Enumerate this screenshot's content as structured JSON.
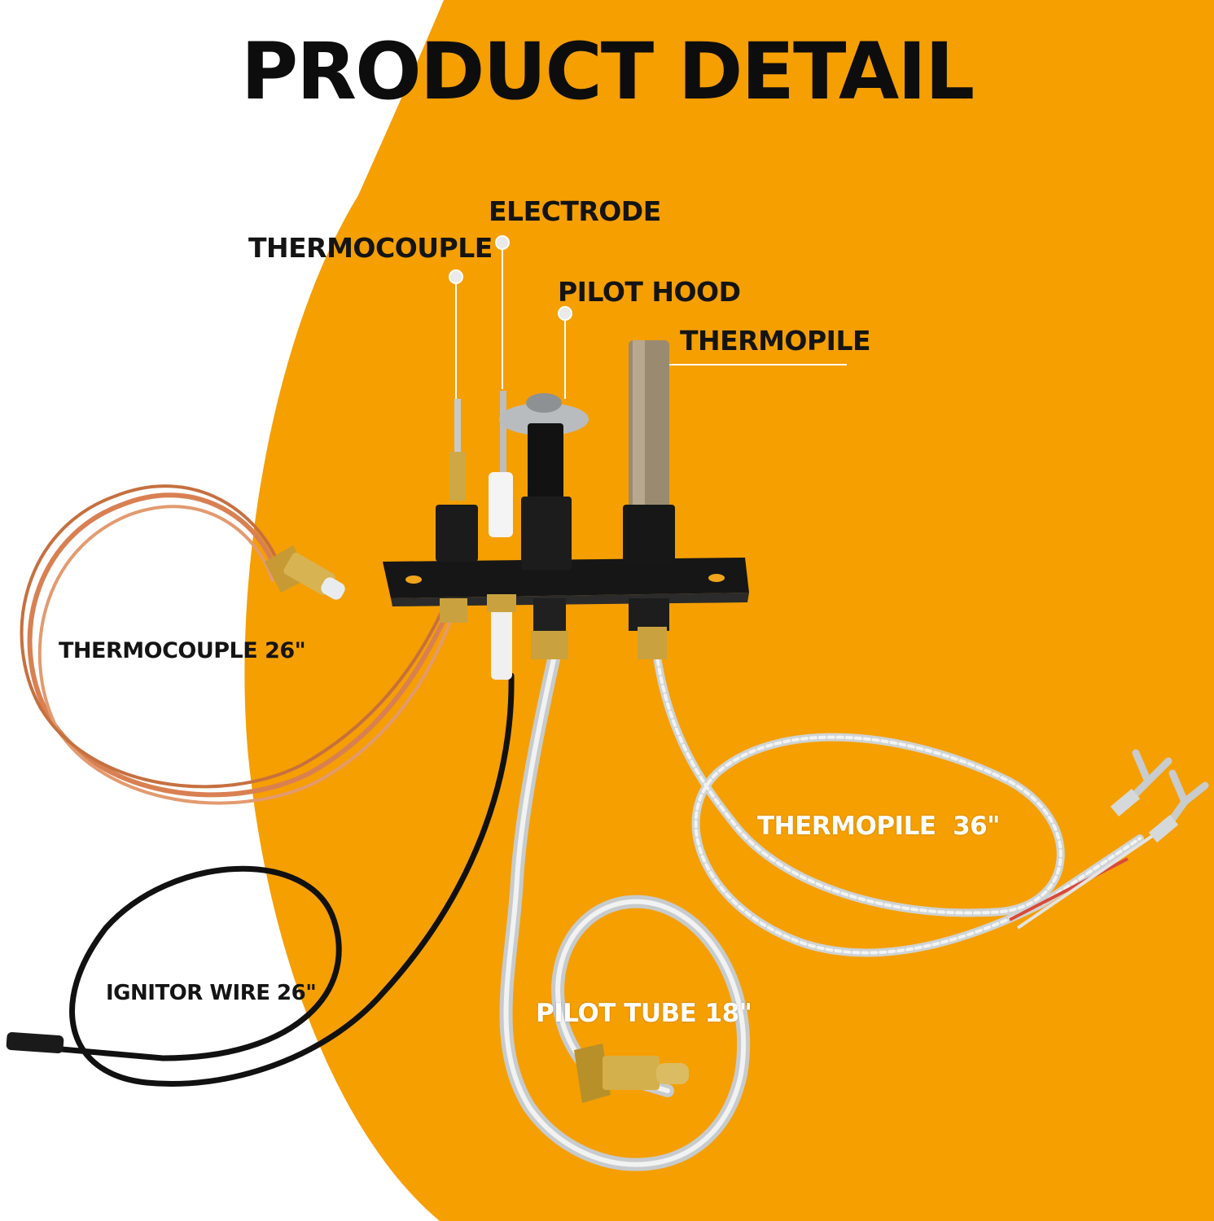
{
  "title": "PRODUCT DETAIL",
  "labels": {
    "electrode": "ELECTRODE",
    "thermocouple_top": "THERMOCOUPLE",
    "pilot_hood": "PILOT HOOD",
    "thermopile_top": "THERMOPILE",
    "thermocouple_length": "THERMOCOUPLE 26\"",
    "thermopile_length": "THERMOPILE  36\"",
    "ignitor_wire_length": "IGNITOR WIRE 26\"",
    "pilot_tube_length": "PILOT TUBE 18\""
  },
  "colors": {
    "background_orange": "#F59F00",
    "background_white": "#FFFFFF",
    "copper": "#D98052",
    "brass": "#C9A43A",
    "bracket_black": "#151515",
    "silver_tube": "#D9DCDD"
  }
}
